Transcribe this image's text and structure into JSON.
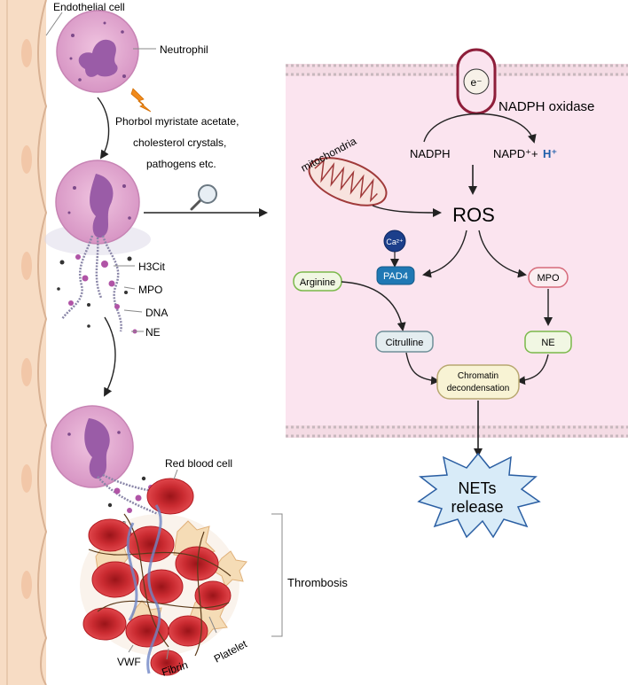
{
  "left_panel": {
    "endothelial_label": "Endothelial cell",
    "neutrophil_label": "Neutrophil",
    "stimuli_lines": [
      "Phorbol myristate acetate,",
      "cholesterol crystals,",
      "pathogens etc."
    ],
    "net_legend": {
      "h3cit": "H3Cit",
      "mpo": "MPO",
      "dna": "DNA",
      "ne": "NE"
    },
    "rbc_label": "Red blood cell",
    "thrombosis_label": "Thrombosis",
    "vwf_label": "VWF",
    "fibrin_label": "Fibrin",
    "platelet_label": "Platelet"
  },
  "right_panel": {
    "electron_label": "e⁻",
    "nadph_oxidase_label": "NADPH oxidase",
    "nadph_label": "NADPH",
    "nadp_plus_label": "NAPD⁺+",
    "h_plus_label": "H⁺",
    "mitochondria_label": "mitochondria",
    "ros_label": "ROS",
    "calcium_label": "Ca²⁺",
    "pad4_label": "PAD4",
    "arginine_label": "Arginine",
    "mpo_label": "MPO",
    "citrulline_label": "Citrulline",
    "ne_label": "NE",
    "chromatin_line1": "Chromatin",
    "chromatin_line2": "decondensation",
    "nets_line1": "NETs",
    "nets_line2": "release"
  },
  "colors": {
    "cell_panel_bg": "#fbe4ef",
    "membrane": "#c7b7bd",
    "neutrophil": "#e3a7cf",
    "nucleus": "#9a5ca7",
    "endothelium": "#f7dcc4",
    "rbc": "#d3343a",
    "platelet": "#f5dcb6",
    "pad4": "#1f78b4",
    "calcium": "#1c3f8b",
    "green_box_stroke": "#7ab84a",
    "green_box_fill": "#f1f7e3",
    "mpo_box_stroke": "#d66a7a",
    "chromatin_fill": "#f8f3d4",
    "nets_fill": "#d8ebf8",
    "h_plus": "#1f5faa",
    "lightning": "#f08a1c"
  }
}
